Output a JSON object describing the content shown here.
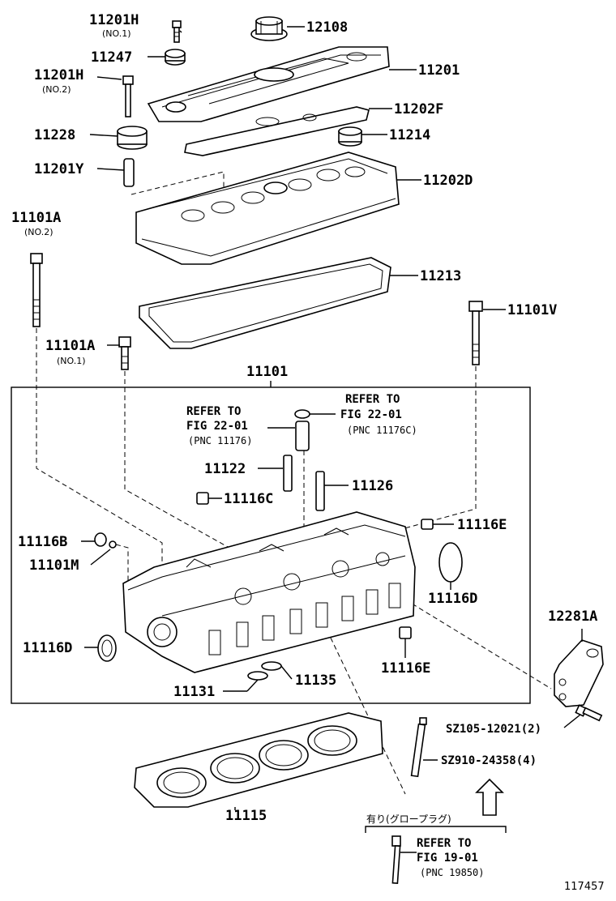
{
  "parts": [
    {
      "id": "11201H",
      "note": "(NO.1)"
    },
    {
      "id": "12108",
      "note": ""
    },
    {
      "id": "11247",
      "note": ""
    },
    {
      "id": "11201",
      "note": ""
    },
    {
      "id": "11201H",
      "note": "(NO.2)"
    },
    {
      "id": "11202F",
      "note": ""
    },
    {
      "id": "11228",
      "note": ""
    },
    {
      "id": "11214",
      "note": ""
    },
    {
      "id": "11201Y",
      "note": ""
    },
    {
      "id": "11202D",
      "note": ""
    },
    {
      "id": "11101A",
      "note": "(NO.2)"
    },
    {
      "id": "11213",
      "note": ""
    },
    {
      "id": "11101V",
      "note": ""
    },
    {
      "id": "11101A",
      "note": "(NO.1)"
    },
    {
      "id": "11101",
      "note": ""
    },
    {
      "id": "11122",
      "note": ""
    },
    {
      "id": "11126",
      "note": ""
    },
    {
      "id": "11116C",
      "note": ""
    },
    {
      "id": "11116E",
      "note": ""
    },
    {
      "id": "11116B",
      "note": ""
    },
    {
      "id": "11101M",
      "note": ""
    },
    {
      "id": "11116D",
      "note": ""
    },
    {
      "id": "12281A",
      "note": ""
    },
    {
      "id": "11116D",
      "note": ""
    },
    {
      "id": "11116E",
      "note": ""
    },
    {
      "id": "11131",
      "note": ""
    },
    {
      "id": "11135",
      "note": ""
    },
    {
      "id": "11115",
      "note": ""
    }
  ],
  "references": [
    {
      "line1": "REFER TO",
      "line2": "FIG 22-01",
      "line3": "(PNC 11176)"
    },
    {
      "line1": "REFER TO",
      "line2": "FIG 22-01",
      "line3": "(PNC 11176C)"
    },
    {
      "line1": "REFER TO",
      "line2": "FIG 19-01",
      "line3": "(PNC 19850)"
    }
  ],
  "standard_parts": [
    {
      "label": "SZ105-12021(2)"
    },
    {
      "label": "SZ910-24358(4)"
    }
  ],
  "glow_plug_note": "有り(グロープラグ)",
  "illustration_code": "117457"
}
